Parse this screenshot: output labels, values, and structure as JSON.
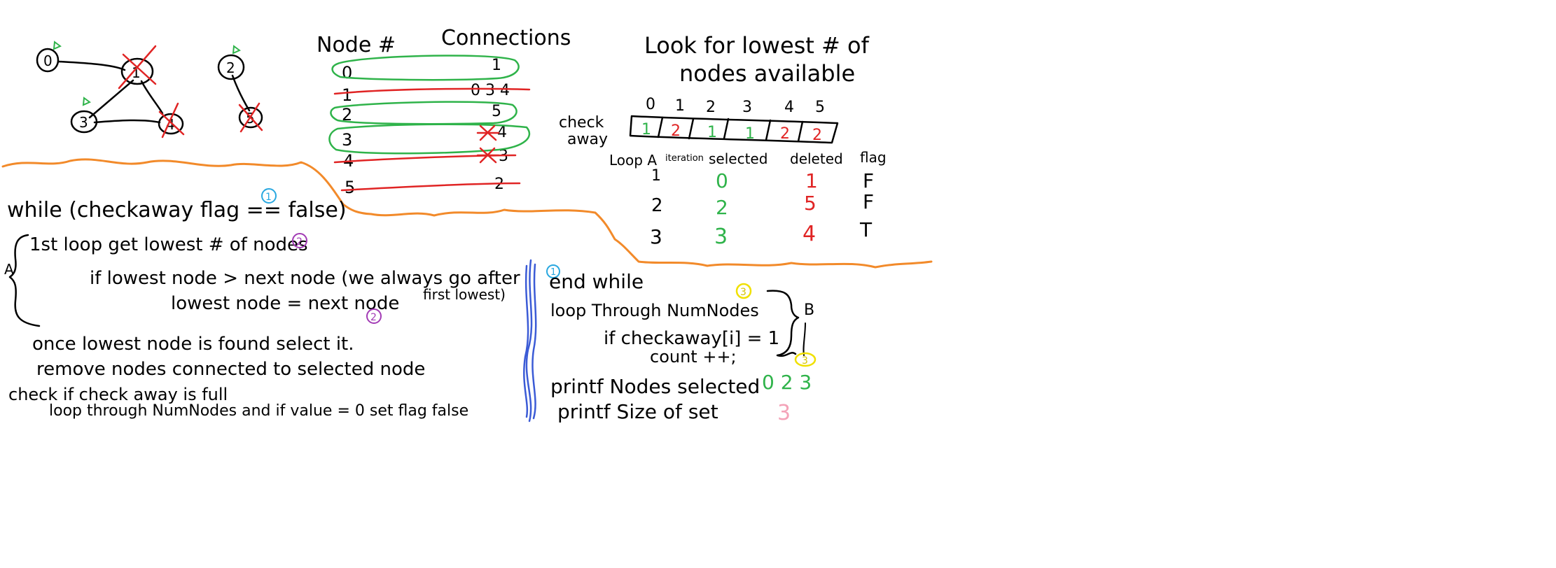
{
  "colors": {
    "ink": "#000000",
    "green": "#2fb34a",
    "red": "#e02424",
    "orange": "#f28a2a",
    "blue": "#3b5bd6",
    "cyan": "#2aa8e0",
    "purple": "#a23bb5",
    "yellow": "#f0e000",
    "pink": "#f4a3b8"
  },
  "graph_a": {
    "nodes": [
      "0",
      "1",
      "3",
      "4"
    ]
  },
  "graph_b": {
    "nodes": [
      "2",
      "5"
    ]
  },
  "table": {
    "header_node": "Node #",
    "header_conn": "Connections",
    "rows": [
      {
        "node": "0",
        "conn": "1"
      },
      {
        "node": "1",
        "conn": "0 3 4"
      },
      {
        "node": "2",
        "conn": "5"
      },
      {
        "node": "3",
        "conn": "4"
      },
      {
        "node": "4",
        "conn": "3"
      },
      {
        "node": "5",
        "conn": "2"
      }
    ]
  },
  "lookfor": {
    "line1": "Look for lowest # of",
    "line2": "nodes available"
  },
  "checkaway": {
    "label1": "check",
    "label2": "away",
    "indices": [
      "0",
      "1",
      "2",
      "3",
      "4",
      "5"
    ],
    "cells": [
      "1",
      "2",
      "1",
      "1",
      "2",
      "2"
    ]
  },
  "loop_table": {
    "headers": [
      "Loop A",
      "iteration",
      "selected",
      "deleted",
      "flag"
    ],
    "rows": [
      {
        "loop": "1",
        "selected": "0",
        "deleted": "1",
        "flag": "F"
      },
      {
        "loop": "2",
        "selected": "2",
        "deleted": "5",
        "flag": "F"
      },
      {
        "loop": "3",
        "selected": "3",
        "deleted": "4",
        "flag": "T"
      }
    ]
  },
  "code_left": {
    "while_line": "while (checkaway flag == false)",
    "marker1": "1",
    "marker2": "2",
    "brace_label": "A",
    "loop_line": "1st loop  get lowest # of nodes",
    "if_line": "if  lowest node > next node  (we always go after",
    "note_line": "first lowest)",
    "assign_line": "lowest node = next node",
    "select_line": "once lowest node is found select it.",
    "remove_line": "remove  nodes  connected  to  selected  node",
    "check_line": "check  if  check  away  is  full",
    "loop_through_line": "loop through NumNodes and if value = 0  set flag false"
  },
  "code_right": {
    "end_while": "end while",
    "marker1": "1",
    "marker3": "3",
    "loop_line": "loop  Through   NumNodes",
    "if_line": "if  checkaway[i] = 1",
    "count_line": "count ++;",
    "brace_label": "B",
    "printf1": "printf  Nodes selected",
    "printf1_values": "0 2 3",
    "printf2": "printf  Size of set",
    "printf2_value": "3"
  }
}
